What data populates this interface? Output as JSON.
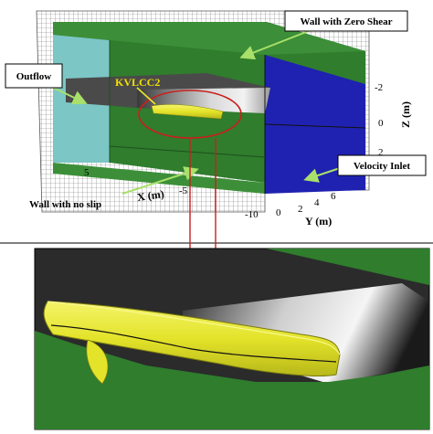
{
  "labels": {
    "wall_zero_shear": "Wall with Zero Shear",
    "outflow": "Outflow",
    "kvlcc2": "KVLCC2",
    "velocity_inlet": "Velocity Inlet",
    "wall_no_slip": "Wall with no slip"
  },
  "axes": {
    "x_label": "X (m)",
    "y_label": "Y (m)",
    "z_label": "Z (m)",
    "x_ticks": [
      "5",
      "-5",
      "-10"
    ],
    "y_ticks": [
      "0",
      "2",
      "4",
      "6"
    ],
    "z_ticks": [
      "-2",
      "0",
      "2"
    ]
  },
  "colors": {
    "green": "#2f7d2d",
    "cyan": "#7cc6c6",
    "blue": "#1f22b0",
    "hull": "#e8e82a",
    "free_surface": "#4a4a4a",
    "annotation": "#c8201e",
    "arrow": "#a8e06a"
  }
}
